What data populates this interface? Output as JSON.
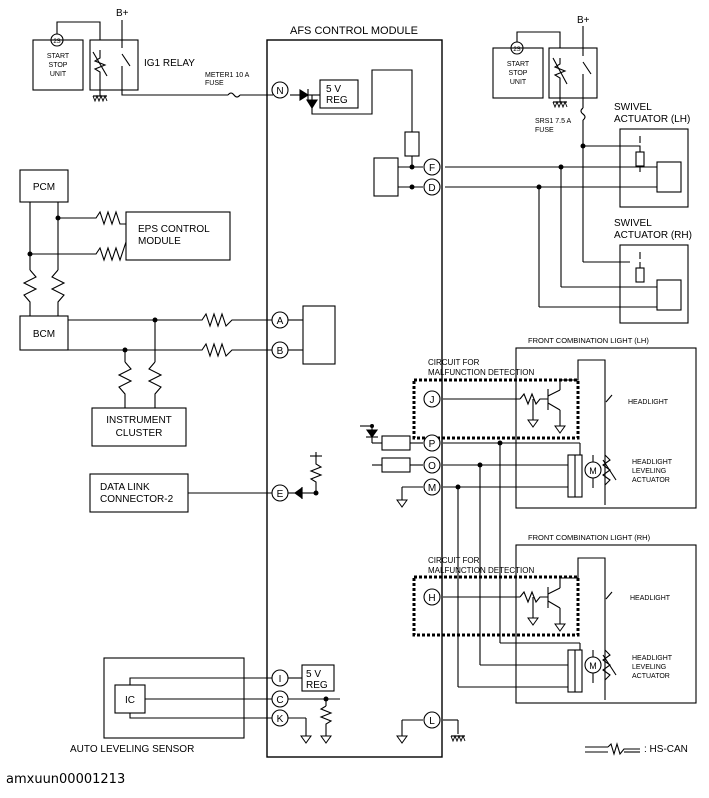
{
  "labels": {
    "module_title": "AFS CONTROL MODULE",
    "bplus": "B+",
    "start_stop_line1": "START",
    "start_stop_line2": "STOP",
    "start_stop_line3": "UNIT",
    "two_s": "2S",
    "ig1_relay": "IG1 RELAY",
    "meter1_fuse_line1": "METER1 10 A",
    "meter1_fuse_line2": "FUSE",
    "srs1_fuse_line1": "SRS1 7.5 A",
    "srs1_fuse_line2": "FUSE",
    "reg_line1": "5 V",
    "reg_line2": "REG",
    "swivel_lh_line1": "SWIVEL",
    "swivel_lh_line2": "ACTUATOR (LH)",
    "swivel_rh_line1": "SWIVEL",
    "swivel_rh_line2": "ACTUATOR (RH)",
    "pcm": "PCM",
    "bcm": "BCM",
    "eps_line1": "EPS CONTROL",
    "eps_line2": "MODULE",
    "instrument_line1": "INSTRUMENT",
    "instrument_line2": "CLUSTER",
    "dlc_line1": "DATA LINK",
    "dlc_line2": "CONNECTOR-2",
    "front_lh": "FRONT COMBINATION LIGHT (LH)",
    "front_rh": "FRONT COMBINATION LIGHT (RH)",
    "circuit_line1": "CIRCUIT FOR",
    "circuit_line2": "MALFUNCTION DETECTION",
    "headlight": "HEADLIGHT",
    "leveling_line1": "HEADLIGHT",
    "leveling_line2": "LEVELING",
    "leveling_line3": "ACTUATOR",
    "ic": "IC",
    "auto_leveling": "AUTO LEVELING SENSOR",
    "hs_can": ": HS-CAN",
    "motor": "M"
  },
  "terminals": {
    "N": "N",
    "F": "F",
    "D": "D",
    "A": "A",
    "B": "B",
    "J": "J",
    "P": "P",
    "O": "O",
    "M": "M",
    "E": "E",
    "H": "H",
    "I": "I",
    "C": "C",
    "K": "K",
    "L": "L"
  },
  "caption": "amxuun00001213"
}
